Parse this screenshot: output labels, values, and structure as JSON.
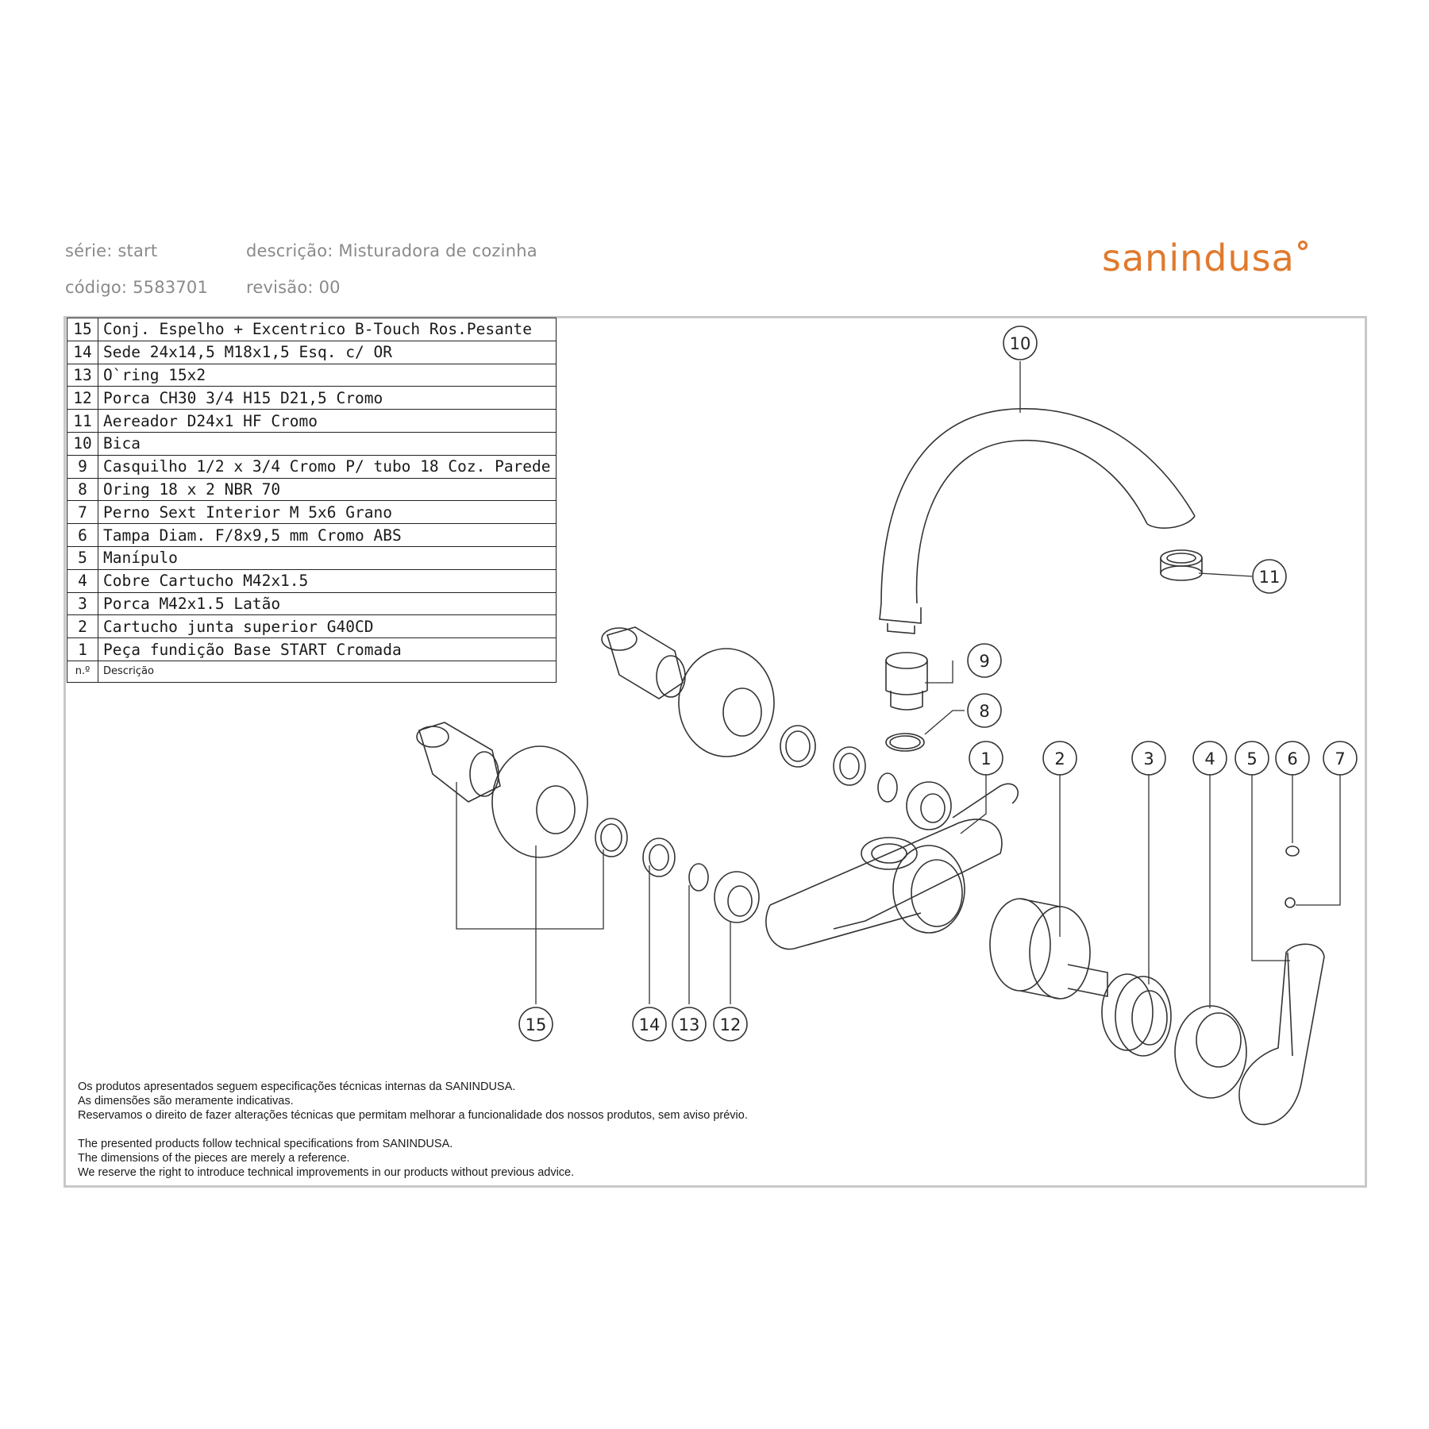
{
  "header": {
    "serie": "série: start",
    "descricao": "descrição: Misturadora de cozinha",
    "codigo": "código: 5583701",
    "revisao": "revisão: 00",
    "logo_a": "san",
    "logo_b": "indusa"
  },
  "parts": [
    {
      "n": "15",
      "d": "Conj. Espelho + Excentrico B-Touch Ros.Pesante"
    },
    {
      "n": "14",
      "d": "Sede 24x14,5  M18x1,5 Esq. c/ OR"
    },
    {
      "n": "13",
      "d": "O`ring 15x2"
    },
    {
      "n": "12",
      "d": "Porca CH30 3/4 H15 D21,5 Cromo"
    },
    {
      "n": "11",
      "d": "Aereador D24x1 HF Cromo"
    },
    {
      "n": "10",
      "d": "Bica"
    },
    {
      "n": "9",
      "d": "Casquilho 1/2 x 3/4 Cromo P/ tubo 18 Coz.  Parede"
    },
    {
      "n": "8",
      "d": "Oring 18 x 2 NBR 70"
    },
    {
      "n": "7",
      "d": "Perno Sext Interior M 5x6 Grano"
    },
    {
      "n": "6",
      "d": "Tampa Diam. F/8x9,5 mm Cromo ABS"
    },
    {
      "n": "5",
      "d": "Manípulo"
    },
    {
      "n": "4",
      "d": "Cobre Cartucho M42x1.5"
    },
    {
      "n": "3",
      "d": "Porca M42x1.5 Latão"
    },
    {
      "n": "2",
      "d": "Cartucho junta superior G40CD"
    },
    {
      "n": "1",
      "d": "Peça fundição Base START Cromada"
    }
  ],
  "table_header": {
    "n": "n.º",
    "d": "Descrição"
  },
  "callouts": [
    "10",
    "11",
    "9",
    "8",
    "1",
    "2",
    "3",
    "4",
    "5",
    "6",
    "7",
    "15",
    "14",
    "13",
    "12"
  ],
  "footer": {
    "pt1": "Os produtos apresentados seguem especificações técnicas internas da SANINDUSA.",
    "pt2": "As dimensões são meramente indicativas.",
    "pt3": "Reservamos o direito de fazer alterações técnicas que permitam melhorar a funcionalidade dos nossos produtos, sem aviso prévio.",
    "en1": "The presented products follow technical specifications from SANINDUSA.",
    "en2": "The dimensions of the pieces are merely a reference.",
    "en3": "We reserve the right to introduce technical improvements in our products without previous advice."
  },
  "colors": {
    "brand": "#e07a2e",
    "header_text": "#8a8a8a",
    "frame": "#c8c8c8"
  }
}
